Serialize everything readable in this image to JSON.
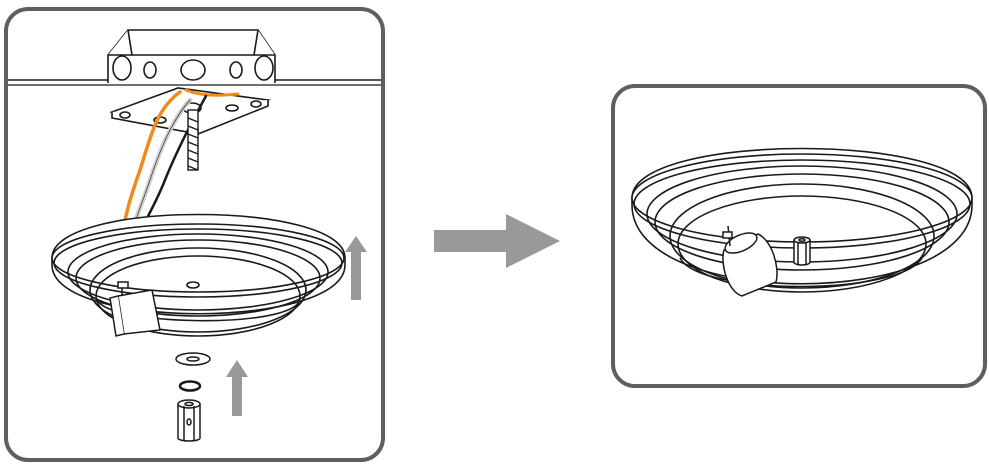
{
  "colors": {
    "frame": "#5f5f5f",
    "arrow": "#999999",
    "line": "#1a1a1a",
    "wire_hot": "#f08a1c",
    "wire_neutral": "#cfcfcf",
    "wire_ground": "#1a1a1a",
    "fill": "#ffffff"
  },
  "panels": [
    {
      "id": "before",
      "depicts": "installation-step",
      "parts": [
        "junction-box",
        "mounting-bracket",
        "wires",
        "threaded-rod",
        "fixture-base",
        "washer",
        "lock-washer",
        "cap-nut"
      ],
      "up_arrows": 2
    },
    {
      "id": "after",
      "depicts": "installed-fixture",
      "parts": [
        "fixture-base",
        "wire-connector",
        "cap-nut"
      ]
    }
  ],
  "transition_icon": "right-arrow-icon"
}
